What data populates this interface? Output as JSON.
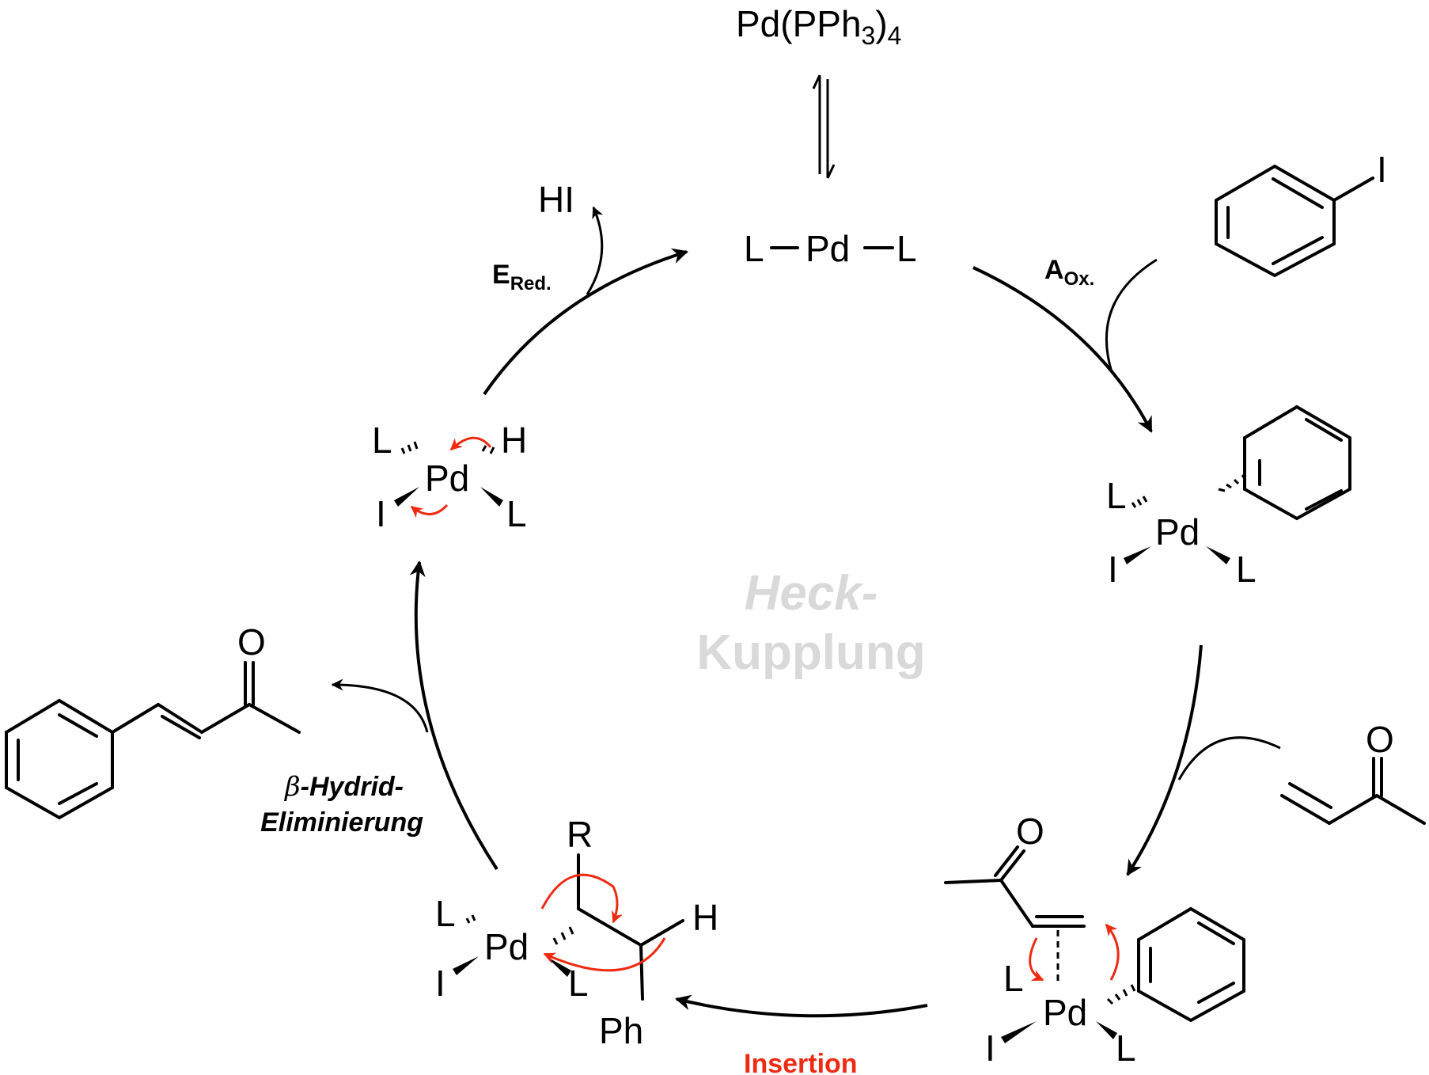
{
  "title": {
    "main": "Heck-",
    "sub": "Kupplung"
  },
  "precursor": {
    "pd": "Pd(PPh",
    "sub3": "3",
    "close": ")",
    "sub4": "4"
  },
  "pd0": {
    "left": "L",
    "pd": "Pd",
    "right": "L"
  },
  "steps": {
    "oxidative_addition": {
      "letter": "A",
      "sub": "Ox."
    },
    "reductive_elimination": {
      "letter": "E",
      "sub": "Red."
    },
    "insertion": "Insertion",
    "beta_hydride": {
      "beta": "β",
      "line1": "-Hydrid-",
      "line2": "Eliminierung"
    }
  },
  "byproduct": "HI",
  "reagents": {
    "iodobenzene_I": "I",
    "enone_O": "O"
  },
  "complexes": {
    "oxadd": {
      "L1": "L",
      "Pd": "Pd",
      "I": "I",
      "L2": "L"
    },
    "pi": {
      "O": "O",
      "L1": "L",
      "Pd": "Pd",
      "I": "I",
      "L2": "L"
    },
    "sigma": {
      "R": "R",
      "H": "H",
      "Ph": "Ph",
      "L1": "L",
      "Pd": "Pd",
      "I": "I",
      "L2": "L"
    },
    "hydride": {
      "L1": "L",
      "H": "H",
      "Pd": "Pd",
      "I": "I",
      "L2": "L"
    }
  },
  "product": {
    "O": "O"
  },
  "colors": {
    "accent_red": "#ee2a12",
    "watermark_grey": "#d9d9d9"
  }
}
